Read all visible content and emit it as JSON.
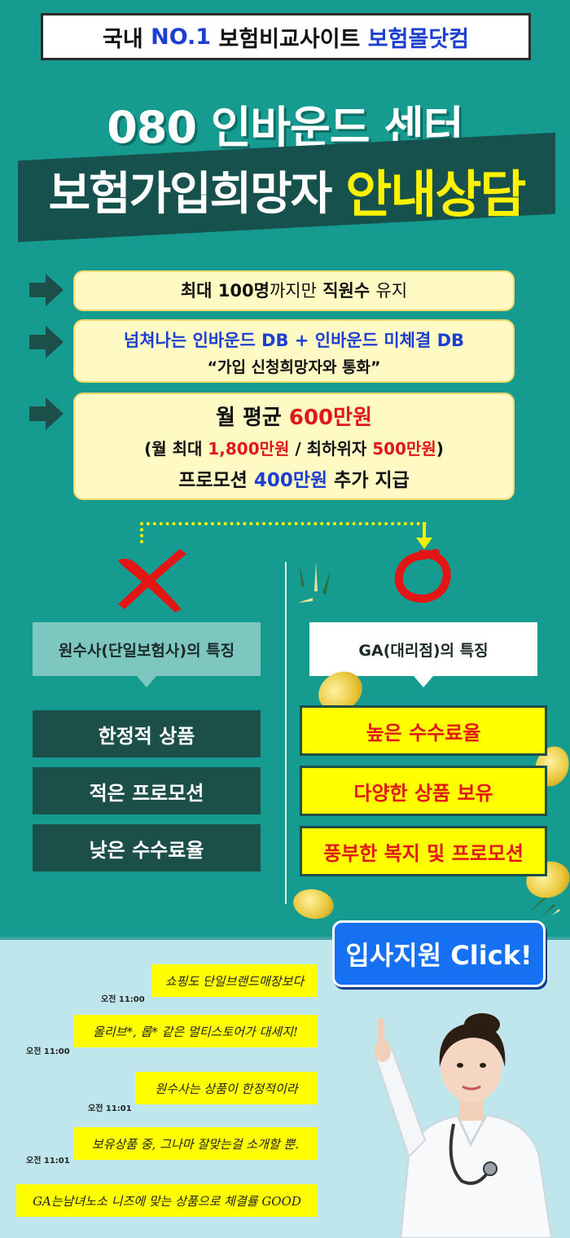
{
  "banner": {
    "prefix": "국내",
    "no1": "NO.1",
    "mid": "보험비교사이트",
    "brand": "보험몰닷컴"
  },
  "headline": {
    "line1": "080 인바운드 센터",
    "line2_main": "보험가입희망자",
    "line2_highlight": "안내상담"
  },
  "points": {
    "p1": {
      "a": "최대 100명",
      "b": "까지만",
      "c": "직원수",
      "d": "유지"
    },
    "p2": {
      "line1": "넘쳐나는 인바운드 DB + 인바운드 미체결 DB",
      "line2": "“가입 신청희망자와 통화”"
    },
    "p3": {
      "l1_a": "월 평균",
      "l1_b": "600만원",
      "l2_a": "(월 최대",
      "l2_b": "1,800만원",
      "l2_c": "/ 최하위자",
      "l2_d": "500만원",
      "l2_e": ")",
      "l3_a": "프로모션",
      "l3_b": "400만원",
      "l3_c": "추가 지급"
    }
  },
  "compare": {
    "left_title": "원수사(단일보험사)의 특징",
    "left_items": [
      "한정적 상품",
      "적은 프로모션",
      "낮은 수수료율"
    ],
    "right_title": "GA(대리점)의 특징",
    "right_items": [
      "높은 수수료율",
      "다양한 상품 보유",
      "풍부한 복지 및 프로모션"
    ]
  },
  "apply_button": "입사지원 Click!",
  "chat": [
    {
      "text": "쇼핑도 단일브랜드매장보다",
      "time": "오전 11:00"
    },
    {
      "text": "올리브*, 롭* 같은 멀티스토어가 대세지!",
      "time": "오전 11:00"
    },
    {
      "text": "원수사는 상품이 한정적이라",
      "time": "오전 11:01"
    },
    {
      "text": "보유상품 중, 그나마 잘맞는걸 소개할 뿐.",
      "time": "오전 11:01"
    },
    {
      "text": "GA는남녀노소 니즈에 맞는 상품으로 체결률 GOOD",
      "time": ""
    }
  ],
  "colors": {
    "teal": "#169b91",
    "dark_green": "#1d4f4a",
    "yellow": "#ffff00",
    "red": "#e01818",
    "blue": "#1d3fd1",
    "button_blue": "#1670f2"
  },
  "icons": [
    "arrow-right-icon",
    "x-mark-icon",
    "circle-o-icon",
    "coin-icon",
    "doctor-illustration"
  ]
}
